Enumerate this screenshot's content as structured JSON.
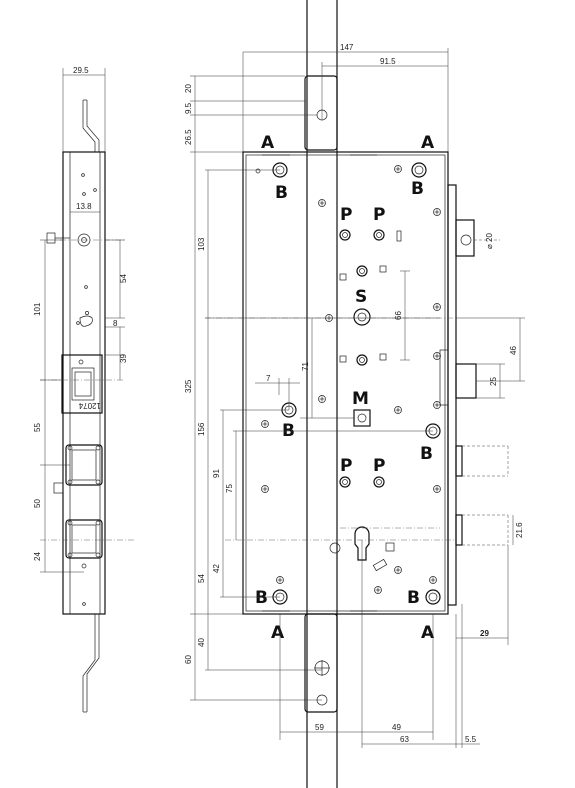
{
  "left_view": {
    "dims": {
      "width_top": "29.5",
      "width_inner": "13.8",
      "d101": "101",
      "d54": "54",
      "d8": "8",
      "d39": "39",
      "d55": "55",
      "d50": "50",
      "d24": "24"
    },
    "marking": "12074"
  },
  "main_view": {
    "dims": {
      "top_total": "147",
      "top_inner": "91.5",
      "r20": "20",
      "r9_5": "9.5",
      "r26_5": "26.5",
      "h325": "325",
      "h103": "103",
      "h156": "156",
      "h91": "91",
      "h75": "75",
      "h42": "42",
      "h54": "54",
      "h40": "40",
      "h60": "60",
      "h71": "71",
      "h66": "66",
      "h7": "7",
      "diam20": "⌀ 20",
      "h46": "46",
      "h25": "25",
      "h21_6": "21.6",
      "w29": "29",
      "w59": "59",
      "w49": "49",
      "w63": "63",
      "w5_5": "5.5"
    },
    "labels": {
      "a_tl": "A",
      "a_tr": "A",
      "a_bl": "A",
      "a_br": "A",
      "b_tl": "B",
      "b_tr": "B",
      "b_ml": "B",
      "b_mr": "B",
      "b_bl": "B",
      "b_br": "B",
      "p1": "P",
      "p2": "P",
      "p3": "P",
      "p4": "P",
      "s": "S",
      "m": "M"
    }
  }
}
